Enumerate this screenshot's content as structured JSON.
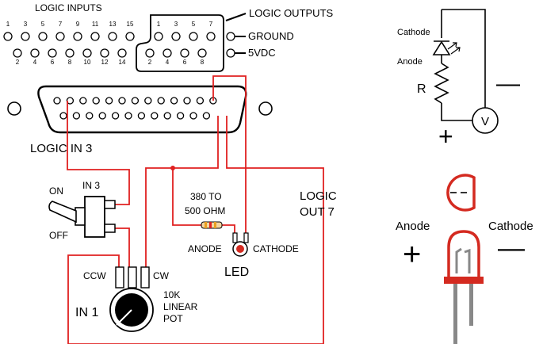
{
  "header": {
    "logic_inputs": "LOGIC INPUTS",
    "logic_outputs": "LOGIC OUTPUTS",
    "ground": "GROUND",
    "vdc": "5VDC"
  },
  "input_pins": {
    "odd": [
      "1",
      "3",
      "5",
      "7",
      "9",
      "11",
      "13",
      "15"
    ],
    "even": [
      "2",
      "4",
      "6",
      "8",
      "10",
      "12",
      "14"
    ]
  },
  "output_pins": {
    "odd": [
      "1",
      "3",
      "5",
      "7"
    ],
    "even": [
      "2",
      "4",
      "6",
      "8"
    ]
  },
  "circuit": {
    "logic_in_3": "LOGIC IN 3",
    "switch_name": "IN 3",
    "on": "ON",
    "off": "OFF",
    "resistor_line1": "380 TO",
    "resistor_line2": "500 OHM",
    "logic_out_line1": "LOGIC",
    "logic_out_line2": "OUT 7",
    "anode": "ANODE",
    "cathode": "CATHODE",
    "led": "LED",
    "ccw": "CCW",
    "cw": "CW",
    "in1": "IN 1",
    "pot_line1": "10K",
    "pot_line2": "LINEAR",
    "pot_line3": "POT"
  },
  "schematic": {
    "cathode": "Cathode",
    "anode": "Anode",
    "resistor": "R",
    "meter": "V",
    "plus": "+",
    "minus": "—"
  },
  "led_detail": {
    "anode": "Anode",
    "cathode": "Cathode",
    "plus": "+",
    "minus": "—"
  },
  "colors": {
    "wire": "#e02020",
    "led_fill": "#d42a20",
    "resistor_band": "#e8a020",
    "line": "#000000"
  }
}
